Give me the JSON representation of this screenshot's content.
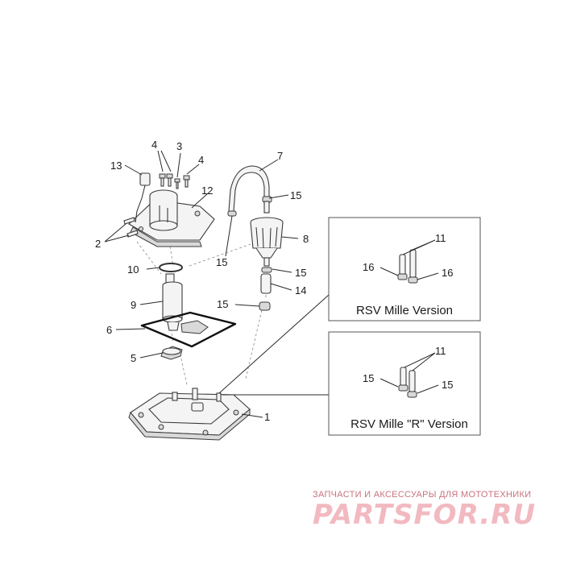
{
  "callouts": {
    "c1": "1",
    "c2": "2",
    "c3": "3",
    "c4a": "4",
    "c4b": "4",
    "c5": "5",
    "c6": "6",
    "c7": "7",
    "c8": "8",
    "c9": "9",
    "c10": "10",
    "c12": "12",
    "c13": "13",
    "c14": "14",
    "c15a": "15",
    "c15b": "15",
    "c15c": "15",
    "c15d": "15"
  },
  "box_rsv": {
    "caption": "RSV Mille Version",
    "c11": "11",
    "c16a": "16",
    "c16b": "16"
  },
  "box_rsv_r": {
    "caption": "RSV Mille \"R\" Version",
    "c11": "11",
    "c15a": "15",
    "c15b": "15"
  },
  "watermark": {
    "tagline": "ЗАПЧАСТИ И АКСЕССУАРЫ ДЛЯ МОТОТЕХНИКИ",
    "brand": "PARTSFOR.RU",
    "brand_color": "#f2b9c1",
    "tagline_color": "#c8737f"
  }
}
